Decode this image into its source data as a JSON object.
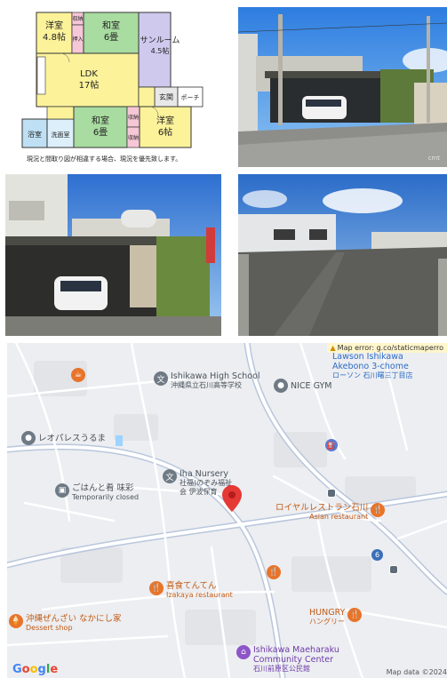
{
  "floorplan": {
    "rooms": {
      "yoshitsu1": {
        "name": "洋室",
        "size": "4.8帖"
      },
      "washitsu1": {
        "name": "和室",
        "size": "6畳"
      },
      "sunroom": {
        "name": "サンルーム",
        "size": "4.5帖"
      },
      "ldk": {
        "name": "LDK",
        "size": "17帖"
      },
      "washitsu2": {
        "name": "和室",
        "size": "6畳"
      },
      "yoshitsu2": {
        "name": "洋室",
        "size": "6帖"
      },
      "bath": {
        "name": "浴室"
      },
      "washroom": {
        "name": "洗面室"
      },
      "entrance": {
        "name": "玄関"
      },
      "porch": {
        "name": "ポーチ"
      }
    },
    "storage": {
      "shuno": "収納",
      "oshiire": "押入"
    },
    "caption": "現況と間取り図が相違する場合、現況を優先致します。"
  },
  "photos": {
    "watermark": "cmt"
  },
  "map": {
    "error": "Map error: g.co/staticmaperro",
    "pois": {
      "ishikawa_high": {
        "name": "Ishikawa High School",
        "sub": "沖縄県立石川高等学校"
      },
      "lawson": {
        "name": "Lawson Ishikawa",
        "name2": "Akebono 3-chome",
        "sub": "ローソン 石川曙三丁目店"
      },
      "nice_gym": {
        "name": "NICE GYM"
      },
      "leopalace": {
        "name": "レオパレスうるま"
      },
      "iha_nursery": {
        "name": "Iha Nursery",
        "sub": "社福)のぞみ福祉",
        "sub2": "会 伊波保育"
      },
      "gohan": {
        "name": "ごはんと肴 味彩",
        "sub": "Temporarily closed"
      },
      "royal": {
        "name": "ロイヤルレストラン石川",
        "sub": "Asian restaurant"
      },
      "kishoku": {
        "name": "喜食てんてん",
        "sub": "Izakaya restaurant"
      },
      "zenzai": {
        "name": "沖縄ぜんざい なかにし家",
        "sub": "Dessert shop"
      },
      "hungry": {
        "name": "HUNGRY",
        "sub": "ハングリー"
      },
      "maeharaku": {
        "name": "Ishikawa Maeharaku",
        "name2": "Community Center",
        "sub": "石川前原区公民館"
      }
    },
    "route_number": "6",
    "google": [
      "G",
      "o",
      "o",
      "g",
      "l",
      "e"
    ],
    "data_credit": "Map data ©2024"
  }
}
